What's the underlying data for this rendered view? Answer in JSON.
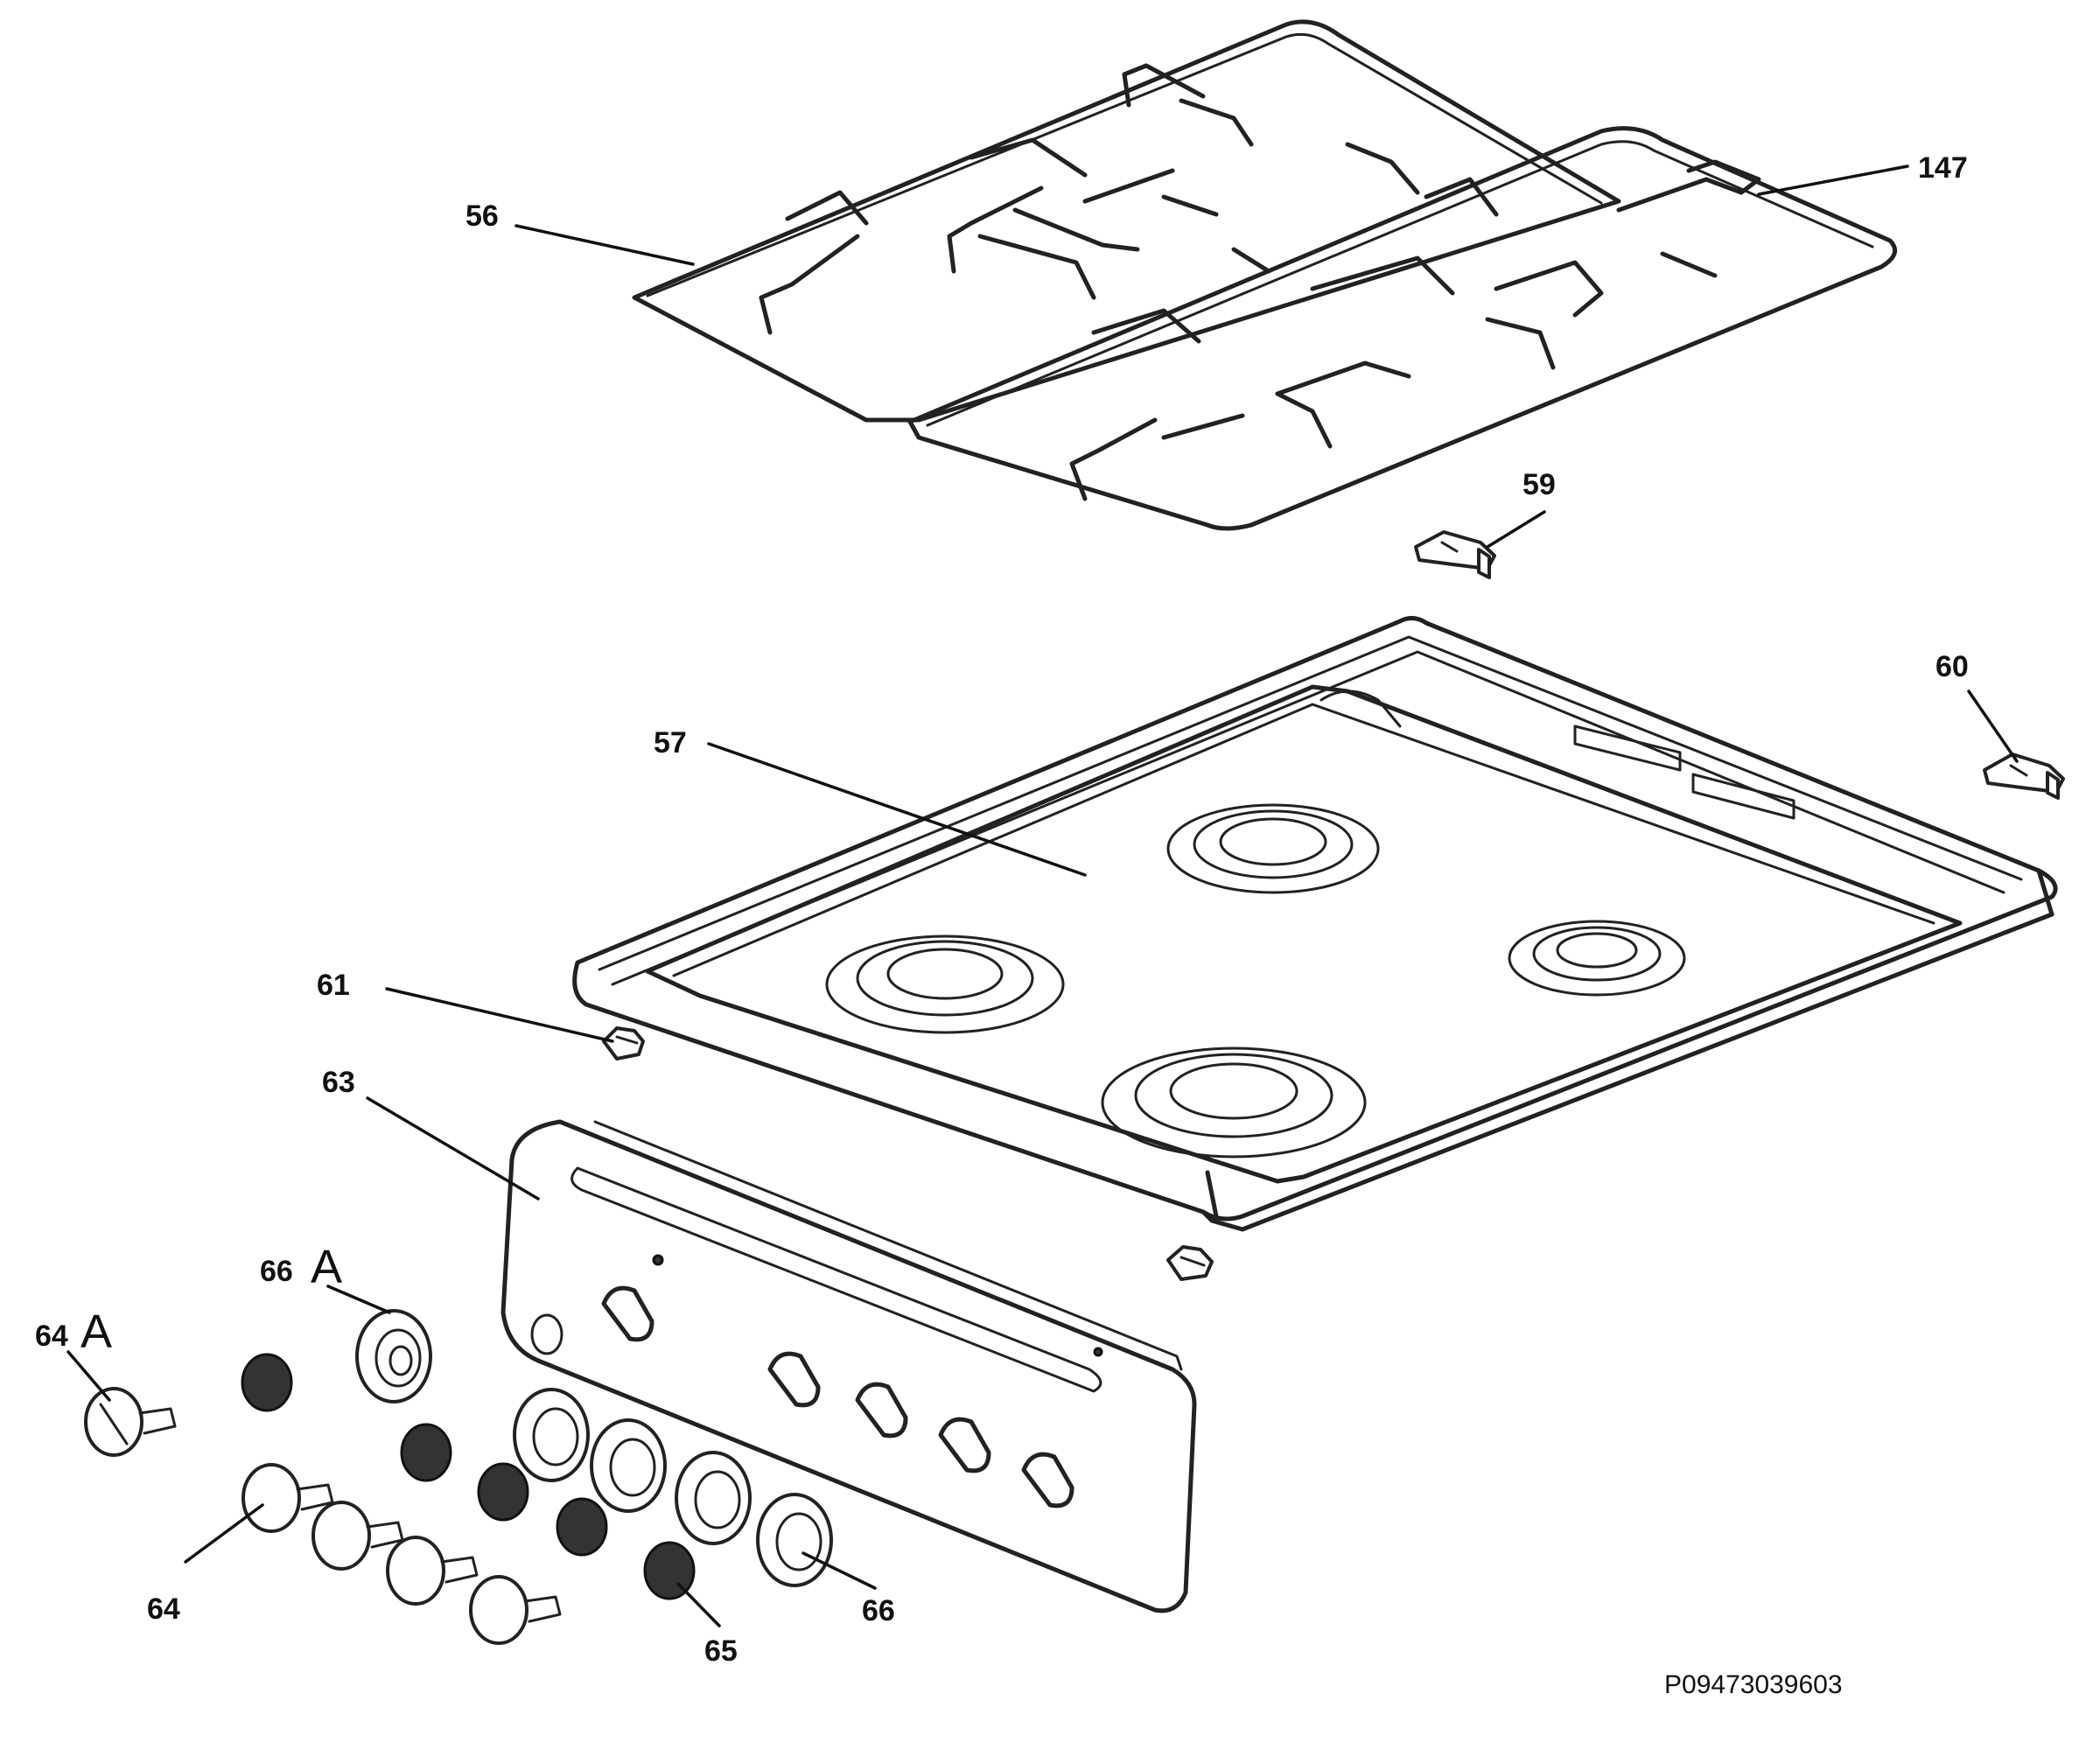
{
  "callouts": {
    "c56": "56",
    "c147": "147",
    "c59": "59",
    "c60": "60",
    "c57": "57",
    "c61": "61",
    "c63": "63",
    "c66a": "66",
    "c66a_suffix": "A",
    "c64a": "64",
    "c64a_suffix": "A",
    "c64": "64",
    "c65": "65",
    "c66": "66"
  },
  "drawing_code": "P09473039603"
}
